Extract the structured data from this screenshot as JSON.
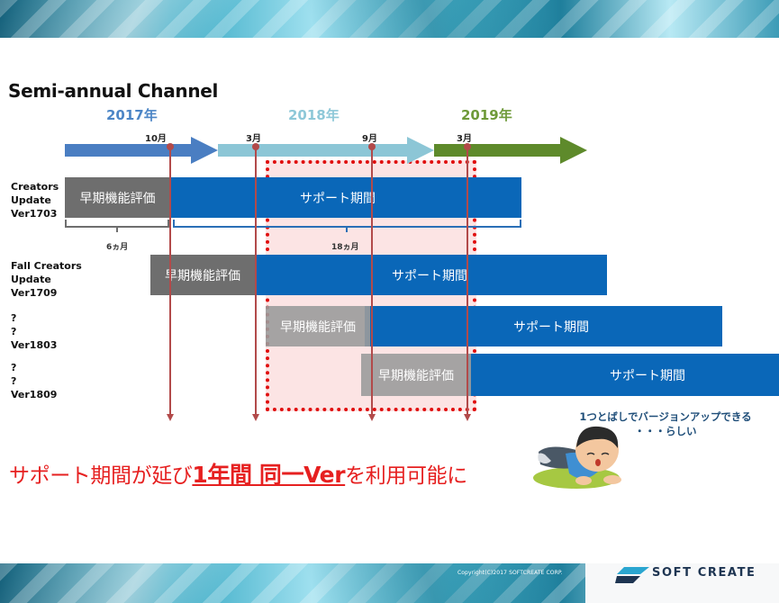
{
  "title": "Semi-annual Channel",
  "years": [
    "2017年",
    "2018年",
    "2019年"
  ],
  "months": [
    "10月",
    "3月",
    "9月",
    "3月"
  ],
  "versions": [
    {
      "name": "Creators\nUpdate\nVer1703",
      "eval": "早期機能評価",
      "support": "サポート期間"
    },
    {
      "name": "Fall Creators\nUpdate\nVer1709",
      "eval": "早期機能評価",
      "support": "サポート期間"
    },
    {
      "name": "?\n?\nVer1803",
      "eval": "早期機能評価",
      "support": "サポート期間"
    },
    {
      "name": "?\n?\nVer1809",
      "eval": "早期機能評価",
      "support": "サポート期間"
    }
  ],
  "durations": [
    "6ヵ月",
    "18ヵ月"
  ],
  "statement": {
    "prefix": "サポート期間が延び",
    "em": "1年間 同一Ver",
    "suffix": "を利用可能に"
  },
  "note": {
    "line1": "1つとばしでバージョンアップできる",
    "line2": "・・・らしい"
  },
  "footer": {
    "copyright": "Copyright(C)2017 SOFTCREATE CORP.",
    "logo": "SOFT CREATE"
  },
  "colors": {
    "arrow_2017": "#4a7ec2",
    "arrow_2018": "#8cc6d6",
    "arrow_2019": "#5e8a2b",
    "eval_bar": "#6e6e6e",
    "support_bar": "#0a67b8",
    "marker": "#b24a4a",
    "highlight_border": "#e00e0e"
  }
}
